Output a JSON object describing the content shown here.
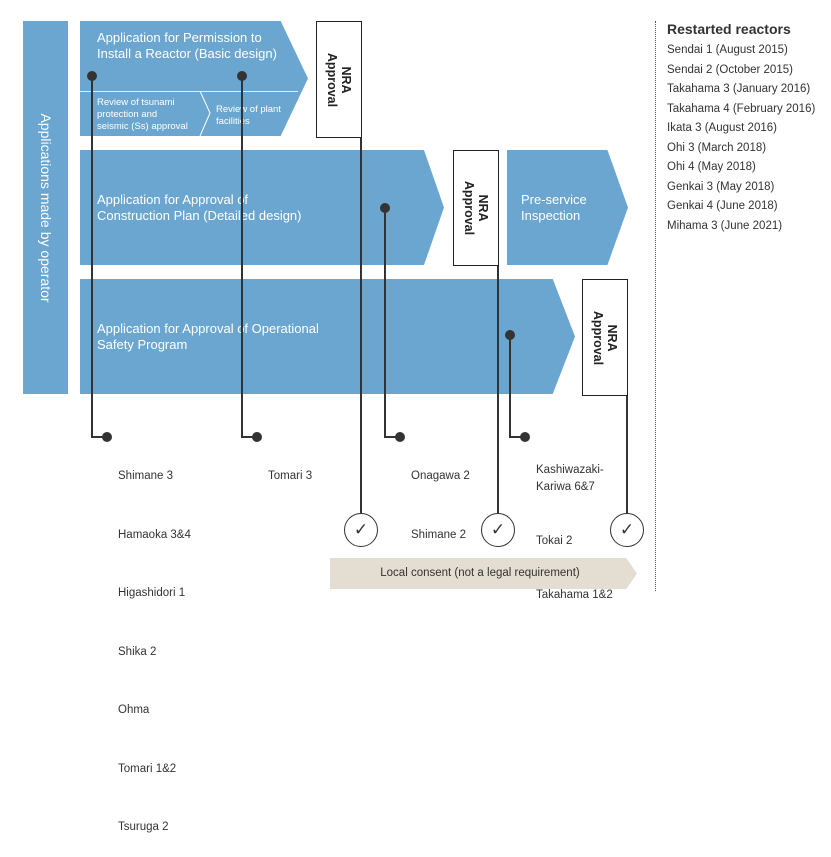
{
  "operator_label": "Applications made by operator",
  "stages": {
    "basic": "Application for Permission to\nInstall a Reactor (Basic design)",
    "review_tsunami": "Review of tsunami\nprotection and\nseismic (Ss) approval",
    "review_plant": "Review of plant\nfacilities",
    "detailed": "Application for Approval of\nConstruction Plan (Detailed design)",
    "pre_service": "Pre-service\nInspection",
    "operational": "Application for Approval of Operational\nSafety Program"
  },
  "nra_label": "NRA\nApproval",
  "plant_groups": {
    "group1": [
      "Shimane 3",
      "Hamaoka 3&4",
      "Higashidori 1",
      "Shika 2",
      "Ohma",
      "Tomari 1&2",
      "Tsuruga 2"
    ],
    "group2": [
      "Tomari 3"
    ],
    "group3": [
      "Onagawa 2",
      "Shimane 2"
    ],
    "group4": [
      "Kashiwazaki-\nKariwa 6&7",
      "Tokai 2",
      "Takahama 1&2"
    ]
  },
  "check_mark": "✓",
  "local_consent": "Local consent (not a legal requirement)",
  "restarted": {
    "title": "Restarted reactors",
    "items": [
      "Sendai 1 (August 2015)",
      "Sendai 2 (October 2015)",
      "Takahama 3 (January 2016)",
      "Takahama 4 (February 2016)",
      "Ikata 3 (August 2016)",
      "Ohi 3 (March 2018)",
      "Ohi 4 (May 2018)",
      "Genkai 3 (May 2018)",
      "Genkai 4 (June 2018)",
      "Mihama 3 (June 2021)"
    ]
  },
  "colors": {
    "blue": "#6aa6cf",
    "consent_fill": "#e4ddd2",
    "line": "#333333"
  }
}
